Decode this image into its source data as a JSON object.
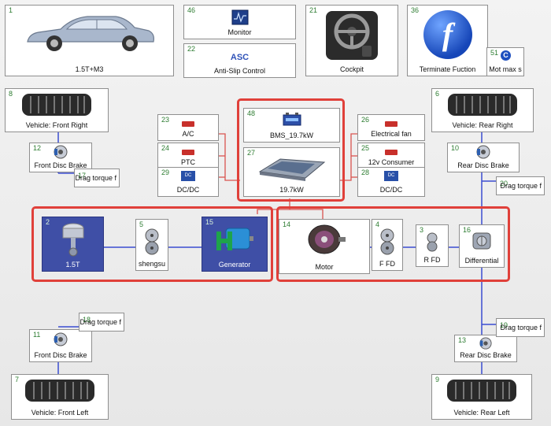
{
  "blocks": {
    "car": {
      "num": "1",
      "label": "1.5T+M3"
    },
    "monitor": {
      "num": "46",
      "label": "Monitor"
    },
    "asc": {
      "num": "22",
      "label": "Anti-Slip Control",
      "icon_text": "ASC"
    },
    "cockpit": {
      "num": "21",
      "label": "Cockpit"
    },
    "terminate": {
      "num": "36",
      "label": "Terminate Fuction",
      "icon_text": "f"
    },
    "motmax": {
      "num": "51",
      "label": "Mot max s",
      "icon_text": "C"
    },
    "wheel_fr": {
      "num": "8",
      "label": "Vehicle: Front Right"
    },
    "wheel_rr": {
      "num": "6",
      "label": "Vehicle: Rear Right"
    },
    "brake_fr": {
      "num": "12",
      "label": "Front Disc Brake"
    },
    "drag_17": {
      "num": "17",
      "label": "Drag torque f"
    },
    "brake_rr": {
      "num": "10",
      "label": "Rear Disc Brake"
    },
    "drag_20": {
      "num": "20",
      "label": "Drag torque f"
    },
    "ac": {
      "num": "23",
      "label": "A/C"
    },
    "ptc": {
      "num": "24",
      "label": "PTC"
    },
    "dcdc_29": {
      "num": "29",
      "label": "DC/DC",
      "icon_text": "DC"
    },
    "bms": {
      "num": "48",
      "label": "BMS_19.7kW"
    },
    "battery": {
      "num": "27",
      "label": "19.7kW"
    },
    "efan": {
      "num": "26",
      "label": "Electrical fan"
    },
    "consumer": {
      "num": "25",
      "label": "12v Consumer"
    },
    "dcdc_28": {
      "num": "28",
      "label": "DC/DC",
      "icon_text": "DC"
    },
    "engine": {
      "num": "2",
      "label": "1.5T"
    },
    "shengsu": {
      "num": "5",
      "label": "shengsu"
    },
    "generator": {
      "num": "15",
      "label": "Generator"
    },
    "motor": {
      "num": "14",
      "label": "Motor"
    },
    "ffd": {
      "num": "4",
      "label": "F FD"
    },
    "rfd": {
      "num": "3",
      "label": "R FD"
    },
    "diff": {
      "num": "16",
      "label": "Differential"
    },
    "brake_fl": {
      "num": "11",
      "label": "Front Disc Brake"
    },
    "drag_18": {
      "num": "18",
      "label": "Drag torque f"
    },
    "brake_rl": {
      "num": "13",
      "label": "Rear Disc Brake"
    },
    "drag_19": {
      "num": "19",
      "label": "Drag torque f"
    },
    "wheel_fl": {
      "num": "7",
      "label": "Vehicle: Front Left"
    },
    "wheel_rl": {
      "num": "9",
      "label": "Vehicle: Rear Left"
    }
  },
  "colors": {
    "highlight": "#e0403a",
    "mech_link": "#3b4dd1",
    "elec_link": "#d9534f",
    "engine_fill": "#3f4fa6",
    "port_green": "#2e9e3a"
  }
}
